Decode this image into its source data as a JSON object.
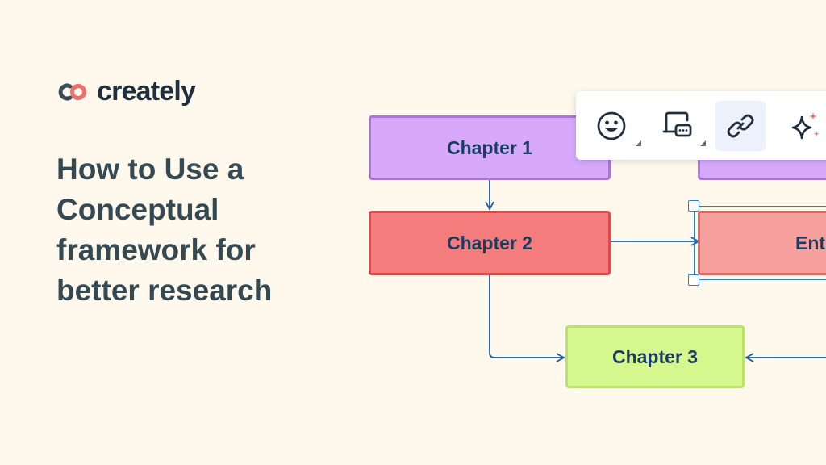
{
  "brand": {
    "name": "creately"
  },
  "headline": {
    "lines": [
      "How to Use a",
      "Conceptual",
      "framework for",
      "better research"
    ]
  },
  "diagram": {
    "nodes": {
      "chapter1": "Chapter 1",
      "chapter2": "Chapter 2",
      "chapter3": "Chapter 3",
      "entity_partial": "Ent",
      "purple2": ""
    }
  },
  "toolbar": {
    "tools": [
      {
        "icon": "emoji-icon",
        "active": false
      },
      {
        "icon": "screen-comment-icon",
        "active": false
      },
      {
        "icon": "link-icon",
        "active": true
      },
      {
        "icon": "sparkles-icon",
        "active": false
      }
    ]
  },
  "colors": {
    "background": "#fff8ec",
    "purple_fill": "#d8a9fb",
    "red_fill": "#f47c7c",
    "pink_fill": "#f6a09e",
    "green_fill": "#d6f78e",
    "connector": "#1d5a96",
    "selection": "#2c7fd4"
  }
}
